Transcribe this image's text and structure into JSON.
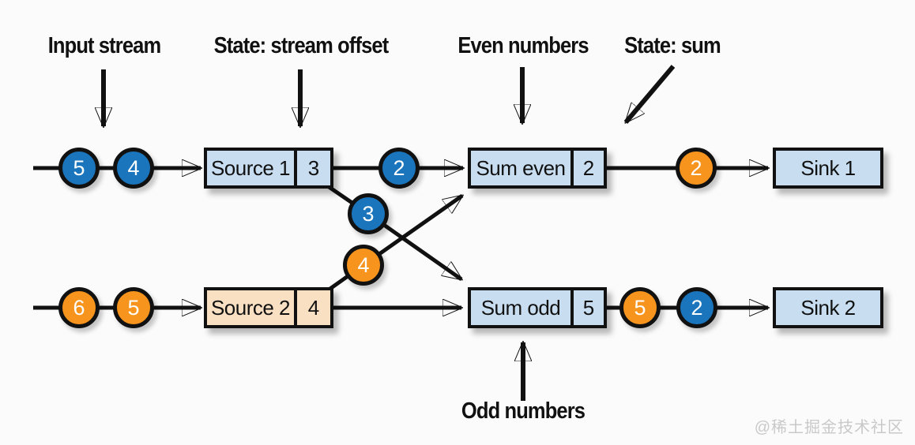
{
  "annotations": {
    "input_stream": "Input stream",
    "state_stream_offset": "State: stream offset",
    "even_numbers": "Even numbers",
    "state_sum": "State: sum",
    "odd_numbers": "Odd numbers"
  },
  "nodes": {
    "source1": {
      "label": "Source 1",
      "state": "3"
    },
    "sum_even": {
      "label": "Sum even",
      "state": "2"
    },
    "sink1": {
      "label": "Sink 1"
    },
    "source2": {
      "label": "Source 2",
      "state": "4"
    },
    "sum_odd": {
      "label": "Sum odd",
      "state": "5"
    },
    "sink2": {
      "label": "Sink 2"
    }
  },
  "tokens": {
    "in1_a": {
      "value": "5",
      "color": "blue"
    },
    "in1_b": {
      "value": "4",
      "color": "blue"
    },
    "src1_out": {
      "value": "2",
      "color": "blue"
    },
    "cross_to_odd": {
      "value": "3",
      "color": "blue"
    },
    "cross_to_even": {
      "value": "4",
      "color": "orange"
    },
    "even_out": {
      "value": "2",
      "color": "orange"
    },
    "in2_a": {
      "value": "6",
      "color": "orange"
    },
    "in2_b": {
      "value": "5",
      "color": "orange"
    },
    "odd_out_a": {
      "value": "5",
      "color": "orange"
    },
    "odd_out_b": {
      "value": "2",
      "color": "blue"
    }
  },
  "colors": {
    "token_blue": "#1b75bc",
    "token_orange": "#f7941e",
    "box_light_blue": "#c8def0",
    "box_tan": "#f9e0c2",
    "line_black": "#111111",
    "watermark_gray": "#c9c9c9"
  },
  "watermark": "@稀土掘金技术社区"
}
